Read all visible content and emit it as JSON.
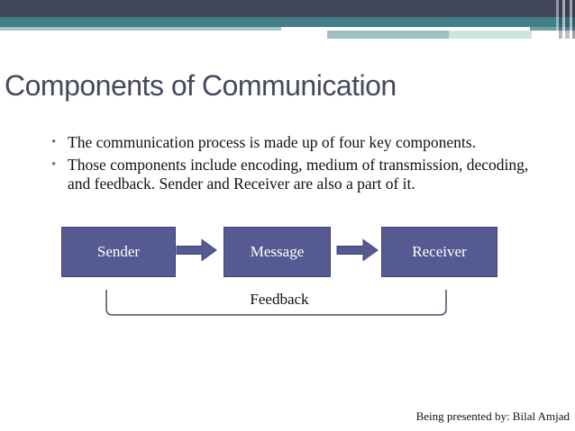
{
  "slide": {
    "title": "Components of Communication",
    "bullets": [
      "The communication process is made up of four key components.",
      "Those components include encoding, medium of transmission, decoding, and feedback. Sender and Receiver are also a part of it."
    ],
    "diagram": {
      "boxes": [
        "Sender",
        "Message",
        "Receiver"
      ],
      "feedback_label": "Feedback"
    },
    "footer": "Being presented by: Bilal Amjad",
    "colors": {
      "header_bar": "#42475a",
      "teal_band": "#417e85",
      "pale_teal": "#a9c8ca",
      "box_fill": "#565a92",
      "box_border": "#3e4273",
      "title_text": "#454a5c",
      "bullet_dot": "#8e5c9e",
      "body_text": "#111111",
      "bracket_line": "#4a4f63"
    }
  }
}
